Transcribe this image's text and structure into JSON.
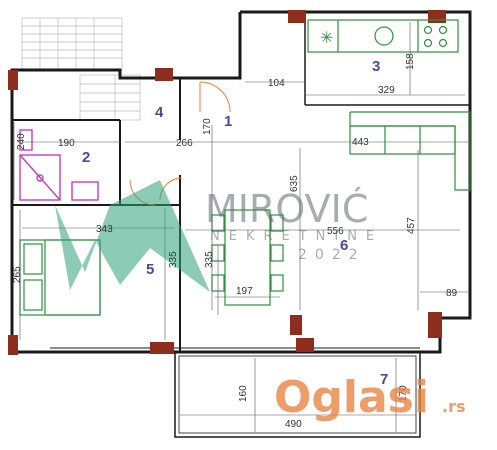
{
  "rooms": [
    {
      "id": "1",
      "label": "1"
    },
    {
      "id": "2",
      "label": "2"
    },
    {
      "id": "3",
      "label": "3"
    },
    {
      "id": "4",
      "label": "4"
    },
    {
      "id": "5",
      "label": "5"
    },
    {
      "id": "6",
      "label": "6"
    },
    {
      "id": "7",
      "label": "7"
    }
  ],
  "dimensions": {
    "d104": "104",
    "d329": "329",
    "d158": "158",
    "d443": "443",
    "d170a": "170",
    "d266": "266",
    "d190": "190",
    "d240": "240",
    "d635": "635",
    "d556": "556",
    "d457": "457",
    "d343": "343",
    "d335a": "335",
    "d335b": "335",
    "d265": "265",
    "d197": "197",
    "d89": "89",
    "d160": "160",
    "d170b": "170",
    "d490": "490"
  },
  "watermark": {
    "brand": "MIROVIĆ",
    "subtitle": "NEKRETNINE",
    "year": "2022"
  },
  "logo": {
    "name": "Oglasi",
    "tld": ".rs"
  },
  "colors": {
    "wall": "#1a1a1a",
    "pillar": "#8c2d1e",
    "furniture": "#2f8f3f",
    "bathroom": "#c03fc0",
    "watermark_green": "#2ea27a",
    "logo_orange": "#e9823f",
    "room_label": "#4a4a9c"
  }
}
